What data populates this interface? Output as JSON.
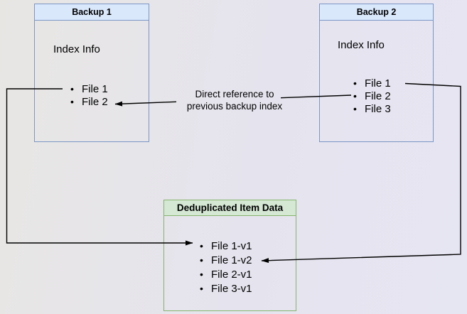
{
  "diagram": {
    "boxes": {
      "backup1": {
        "title": "Backup 1",
        "subtitle": "Index Info",
        "files": [
          "File 1",
          "File 2"
        ]
      },
      "backup2": {
        "title": "Backup 2",
        "subtitle": "Index Info",
        "files": [
          "File 1",
          "File 2",
          "File 3"
        ]
      },
      "dedup": {
        "title": "Deduplicated Item Data",
        "files": [
          "File 1-v1",
          "File 1-v2",
          "File 2-v1",
          "File 3-v1"
        ]
      }
    },
    "annotations": {
      "direct_reference": {
        "line1": "Direct reference to",
        "line2": "previous backup index"
      }
    },
    "connectors": [
      {
        "name": "backup2-file2-to-backup1-file2",
        "label": "Direct reference to previous backup index"
      },
      {
        "name": "backup1-file1-to-dedup-file1v1",
        "label": ""
      },
      {
        "name": "backup2-file1-to-dedup-file1v2",
        "label": ""
      }
    ]
  },
  "colors": {
    "bg_left": "#e8e6e3",
    "bg_right": "#e6e5f2",
    "blue_fill": "#dae8fc",
    "blue_border": "#7b96c5",
    "green_fill": "#d5e8d4",
    "green_border": "#85b46d",
    "line": "#000000",
    "text": "#000000"
  }
}
